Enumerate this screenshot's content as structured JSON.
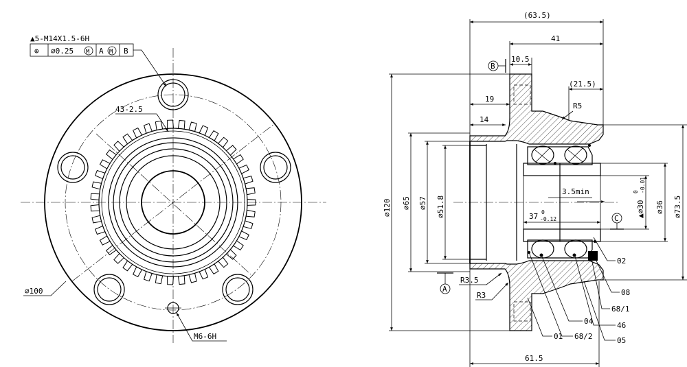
{
  "front_view": {
    "thread_callout": "▲5-M14X1.5-6H",
    "fcf_position_symbol": "⊕",
    "fcf_tolerance": "∅0.25",
    "fcf_modifier": "M",
    "fcf_datum_a": "A",
    "fcf_datum_a_modifier": "M",
    "fcf_datum_b": "B",
    "tone_ring_teeth": "43-2.5",
    "pcd_diameter": "∅100",
    "small_thread": "M6-6H"
  },
  "section_view": {
    "dim_overall": "(63.5)",
    "dim_41": "41",
    "dim_10_5": "10.5",
    "dim_21_5": "(21.5)",
    "dim_19": "19",
    "dim_14": "14",
    "dim_61_5": "61.5",
    "dim_3_5min": "3.5min",
    "dim_37": "37",
    "dim_37_tol_upper": "0",
    "dim_37_tol_lower": "-0.12",
    "dia_120": "∅120",
    "dia_65": "∅65",
    "dia_57": "∅57",
    "dia_51_8": "∅51.8",
    "dia_30": "▲∅30",
    "dia_30_tol_upper": "0",
    "dia_30_tol_lower": "-0.01",
    "dia_36": "∅36",
    "dia_73_5": "∅73.5",
    "radius_5": "R5",
    "radius_3_5": "R3.5",
    "radius_3": "R3",
    "datum_b": "B",
    "datum_a": "A",
    "datum_c": "C",
    "part_02": "02",
    "part_08": "08",
    "part_68_1": "68/1",
    "part_46": "46",
    "part_05": "05",
    "part_04": "04",
    "part_01": "01",
    "part_68_2": "68/2"
  }
}
